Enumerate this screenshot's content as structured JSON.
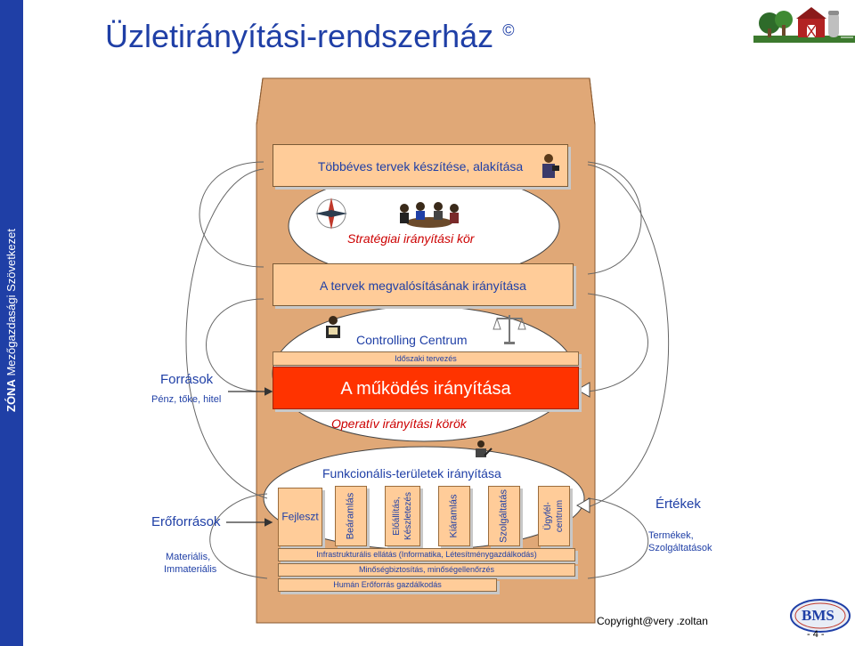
{
  "sidebar": {
    "brand": "ZÓNA",
    "org": "Mezőgazdasági Szövetkezet"
  },
  "title": {
    "text": "Üzletirányítási-rendszerház",
    "mark": "©"
  },
  "house": {
    "plans_box": "Többéves tervek készítése, alakítása",
    "strategic_cycle": "Stratégiai irányítási kör",
    "implementation_box": "A tervek megvalósításának irányítása",
    "controlling": "Controlling Centrum",
    "periodic_planning": "Időszaki tervezés",
    "operation_box": "A működés irányítása",
    "operative_cycles": "Operatív irányítási körök",
    "functional": "Funkcionális-területek irányítása"
  },
  "functions": [
    {
      "label": "Fejleszt"
    },
    {
      "label": "Beáramlás"
    },
    {
      "label": "Előállítás, Készletezés"
    },
    {
      "label": "Kiáramlás"
    },
    {
      "label": "Szolgáltatás"
    },
    {
      "label": "Ügyfél- centrum"
    }
  ],
  "support_bars": [
    "Infrastrukturális ellátás (Informatika, Létesítménygazdálkodás)",
    "Minőségbiztosítás, minőségellenőrzés",
    "Humán Erőforrás gazdálkodás"
  ],
  "left": {
    "sources_title": "Források",
    "sources_sub": "Pénz, tőke, hitel",
    "resources_title": "Erőforrások",
    "resources_sub1": "Materiális,",
    "resources_sub2": "Immateriális"
  },
  "right": {
    "values_title": "Értékek",
    "values_sub1": "Termékek,",
    "values_sub2": "Szolgáltatások"
  },
  "footer": {
    "copyright": "Copyright@very .zoltan",
    "page": "- 4 -",
    "logo": "BMS"
  },
  "colors": {
    "accent": "#1f3fa6",
    "house": "#e0a877",
    "box": "#ffcc99",
    "red": "#ff3300",
    "operative_text": "#cc0000"
  }
}
